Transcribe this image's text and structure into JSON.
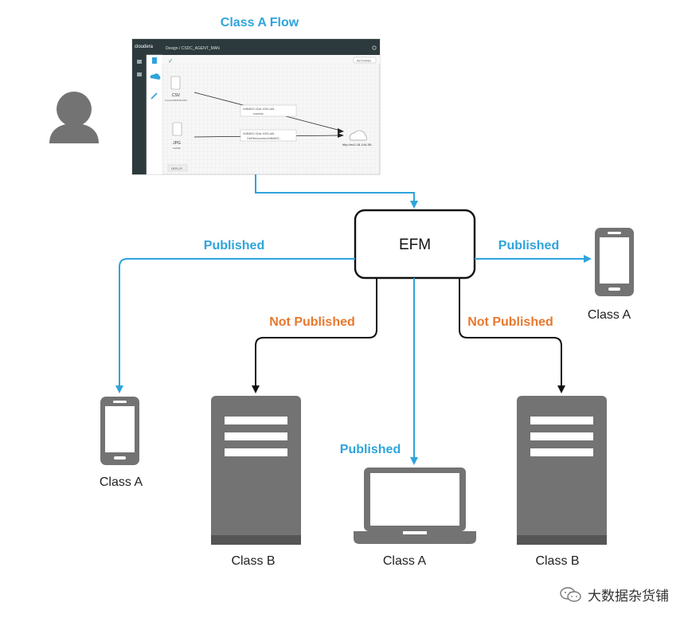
{
  "title": "Class A Flow",
  "hub": {
    "label": "EFM"
  },
  "edge_labels": {
    "left_published": "Published",
    "right_published": "Published",
    "center_published": "Published",
    "left_not_published": "Not Published",
    "right_not_published": "Not Published"
  },
  "devices": {
    "phone_left": "Class A",
    "phone_right": "Class A",
    "server_left": "Class B",
    "laptop": "Class A",
    "server_right": "Class B"
  },
  "screenshot": {
    "brand": "cloudera",
    "breadcrumb": "Design / CSDC_AGENT_MAN",
    "actions": "ACTIONS",
    "proc1_label": "CSV",
    "proc1_sub": "ConvertJSONToCSV",
    "proc2_label": "JPG",
    "proc2_sub": "GetFile",
    "conn1_id": "0cf8d902-01de-1000-dc8...",
    "conn1_rel": "success",
    "conn2_id": "0cf8d902-01de-1000-dc8...",
    "conn2_rel": "GetFile/success/0cf8d902...",
    "target": "http://ec2-18-144-59...",
    "deploy": "DEPLOY"
  },
  "watermark": "大数据杂货铺",
  "colors": {
    "blue": "#2ea4dc",
    "orange": "#e8782e",
    "device_gray": "#737373",
    "ui_dark": "#2d3a3d"
  }
}
